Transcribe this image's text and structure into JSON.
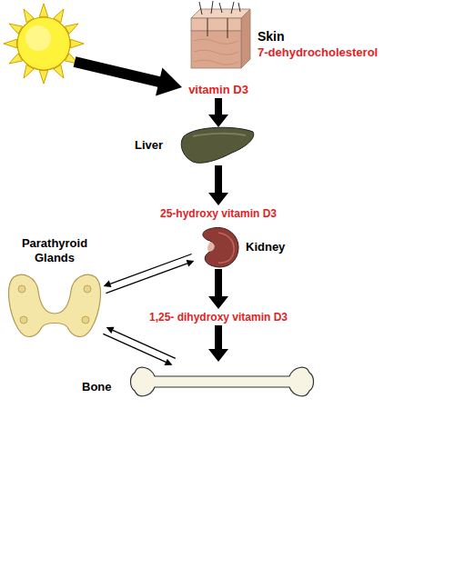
{
  "diagram": {
    "nodes": [
      {
        "text": [
          "Skin",
          "7-dehydrocholesterol"
        ]
      },
      {
        "text": [
          "vitamin D3"
        ]
      },
      {
        "text": [
          "Liver"
        ]
      },
      {
        "text": [
          "25-hydroxy vitamin D3"
        ]
      },
      {
        "text": [
          "Kidney"
        ]
      },
      {
        "text": [
          "1,25- dihydroxy vitamin D3"
        ]
      },
      {
        "text": [
          "Bone"
        ]
      },
      {
        "text": [
          "Parathyroid Glands"
        ]
      }
    ],
    "edges": [
      {
        "from": 1,
        "to": 2,
        "arrow": "to"
      },
      {
        "from": 2,
        "to": 3,
        "arrow": "to"
      },
      {
        "from": 4,
        "to": 5,
        "arrow": "to"
      },
      {
        "from": 5,
        "to": 6,
        "arrow": "to"
      },
      {
        "from": 7,
        "to": 4,
        "arrow": "to"
      },
      {
        "from": 4,
        "to": 7,
        "arrow": "to"
      },
      {
        "from": 7,
        "to": 6,
        "arrow": "to"
      },
      {
        "from": 6,
        "to": 7,
        "arrow": "to"
      }
    ]
  }
}
